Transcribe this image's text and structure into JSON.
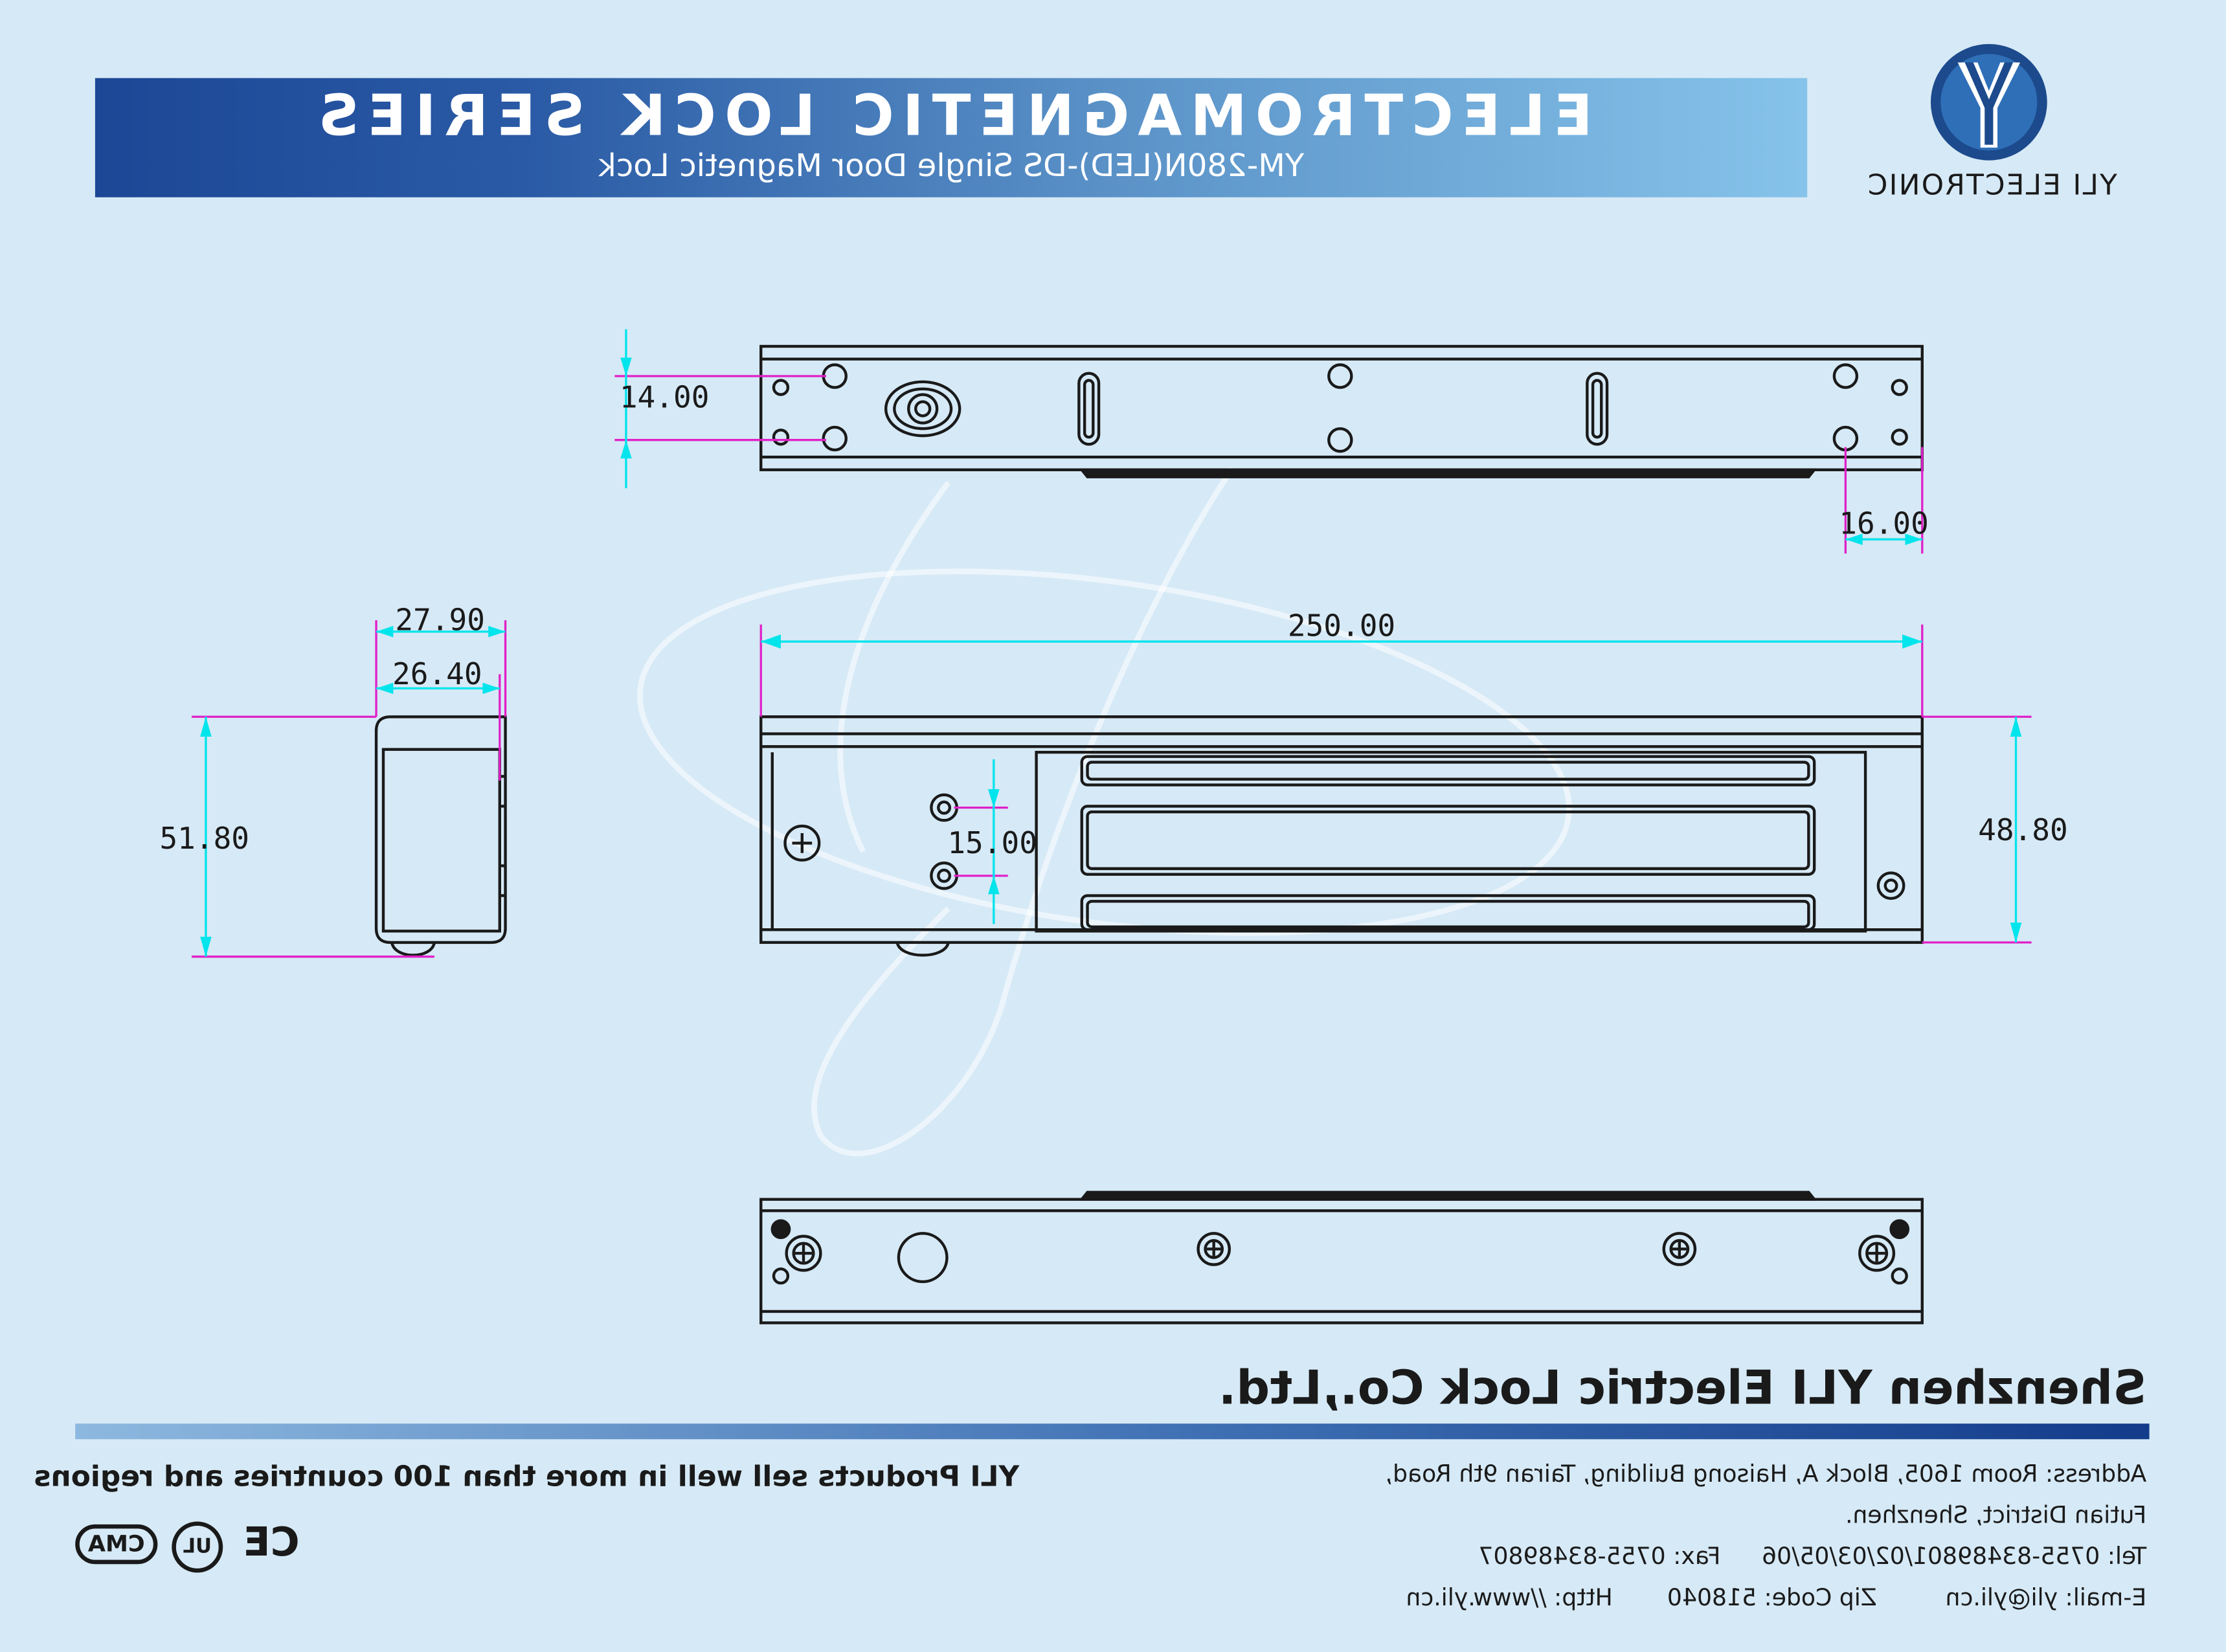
{
  "header": {
    "title": "ELECTROMAGNETIC LOCK SERIES",
    "subtitle": "YM-280N(LED)-DS Single Door Magnetic Lock"
  },
  "brand": {
    "name": "YLI ELECTRONIC",
    "logo_icon": "yli-y-logo-icon",
    "logo_color": "#1c4a8c"
  },
  "dimensions": {
    "mount_hole_spacing": "14.00",
    "end_offset": "16.00",
    "side_depth_outer": "27.90",
    "side_depth_inner": "26.40",
    "side_height": "51.80",
    "total_length": "250.00",
    "led_hole_spacing": "15.00",
    "front_height": "48.80"
  },
  "footer": {
    "company": "Shenzhen YLI Electric Lock Co.,Ltd.",
    "address_line1": "Address: Room 1605, Block A, Haisong Building, Tairan 9th Road,",
    "address_line2": "Futian District, Shenzhen.",
    "tel": "Tel: 0755-83489801/02/03/05/06",
    "fax": "Fax: 0755-83489807",
    "email": "E-mail: yli@yli.cn",
    "zip": "Zip Code: 518040",
    "http": "Http: //www.yli.cn",
    "tagline": "YLI Products sell well in more than 100 countries and regions",
    "certs": [
      "CE",
      "UL",
      "CMA"
    ]
  },
  "colors": {
    "background": "#d6e9f6",
    "dimension_line": "#00e4ec",
    "extension_line": "#e020c8",
    "outline": "#1a1a1a"
  }
}
